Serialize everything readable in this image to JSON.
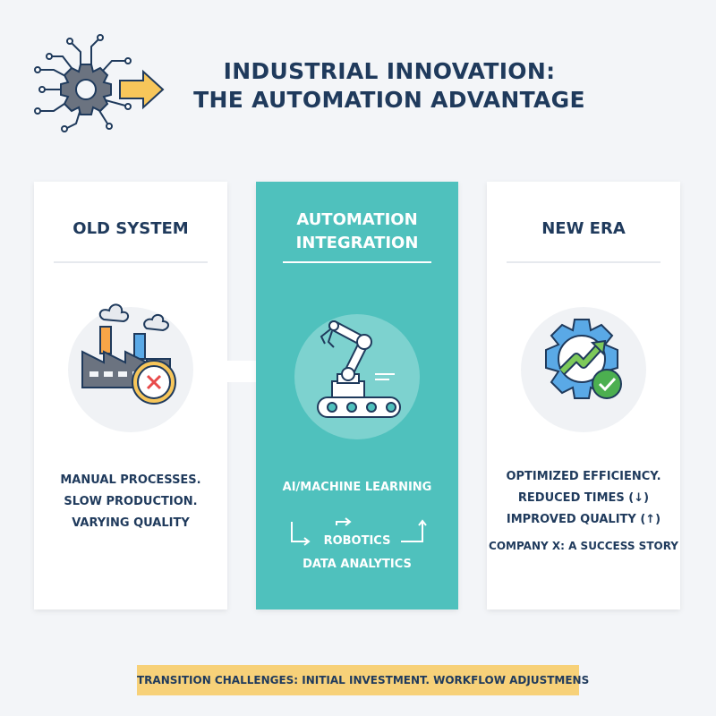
{
  "header": {
    "title_line1": "INDUSTRIAL INNOVATION:",
    "title_line2": "THE AUTOMATION ADVANTAGE",
    "icon": "gear-circuit-arrow-icon"
  },
  "panels": {
    "old": {
      "title": "OLD SYSTEM",
      "icon": "factory-clock-icon",
      "lines": [
        "MANUAL PROCESSES.",
        "SLOW PRODUCTION.",
        "VARYING QUALITY"
      ]
    },
    "automation": {
      "title_line1": "AUTOMATION",
      "title_line2": "INTEGRATION",
      "icon": "robotic-arm-conveyor-icon",
      "item1": "AI/MACHINE LEARNING",
      "item2": "ROBOTICS",
      "item3": "DATA ANALYTICS"
    },
    "new": {
      "title": "NEW ERA",
      "icon": "gear-growth-check-icon",
      "lines": [
        "OPTIMIZED EFFICIENCY.",
        "REDUCED TIMES (↓)",
        "IMPROVED QUALITY (↑)"
      ],
      "story": "COMPANY X: A SUCCESS STORY"
    }
  },
  "banner": {
    "text": "TRANSITION CHALLENGES: INITIAL INVESTMENT. WORKFLOW ADJUSTMENS"
  },
  "colors": {
    "navy": "#1f3a5c",
    "teal": "#4fc1bd",
    "yellow": "#f7d179",
    "green": "#4caf50",
    "blue": "#5aa9e6"
  }
}
